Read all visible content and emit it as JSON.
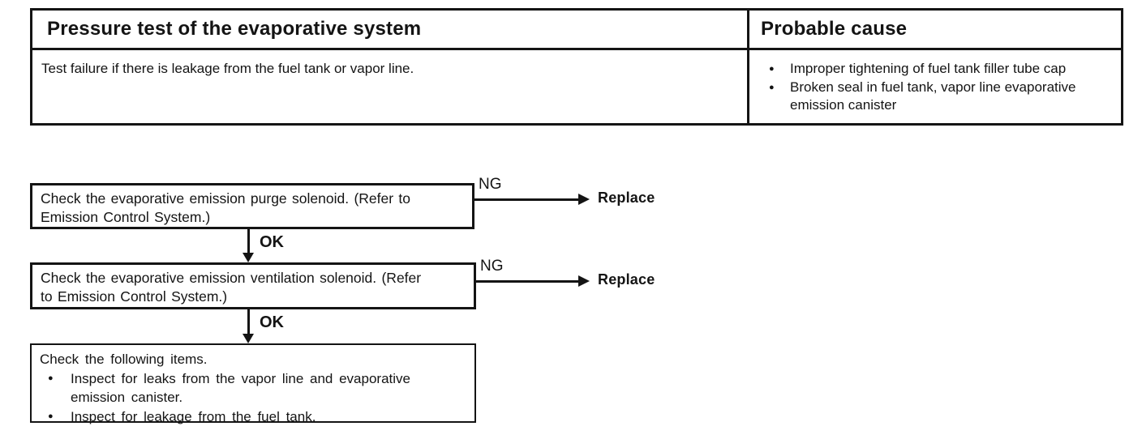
{
  "table": {
    "header": {
      "test_title": "Pressure test of the evaporative system",
      "cause_title": "Probable cause"
    },
    "body": {
      "description": "Test failure if there is leakage from the fuel tank or vapor line.",
      "causes": [
        "Improper tightening of fuel tank filler tube cap",
        "Broken seal in fuel tank, vapor line evaporative\nemission canister"
      ]
    }
  },
  "flowchart": {
    "steps": [
      {
        "text": "Check the evaporative emission purge solenoid. (Refer to\nEmission Control System.)",
        "ng_label": "NG",
        "ng_action": "Replace",
        "ok_label": "OK"
      },
      {
        "text": "Check the evaporative emission ventilation solenoid. (Refer\nto Emission Control System.)",
        "ng_label": "NG",
        "ng_action": "Replace",
        "ok_label": "OK"
      },
      {
        "title": "Check the following items.",
        "bullets": [
          "Inspect for leaks from the vapor line and evaporative\nemission canister.",
          "Inspect for leakage from the fuel tank."
        ]
      }
    ]
  },
  "icons": {
    "bullet": "●"
  },
  "colors": {
    "ink": "#141414",
    "paper": "#ffffff"
  }
}
